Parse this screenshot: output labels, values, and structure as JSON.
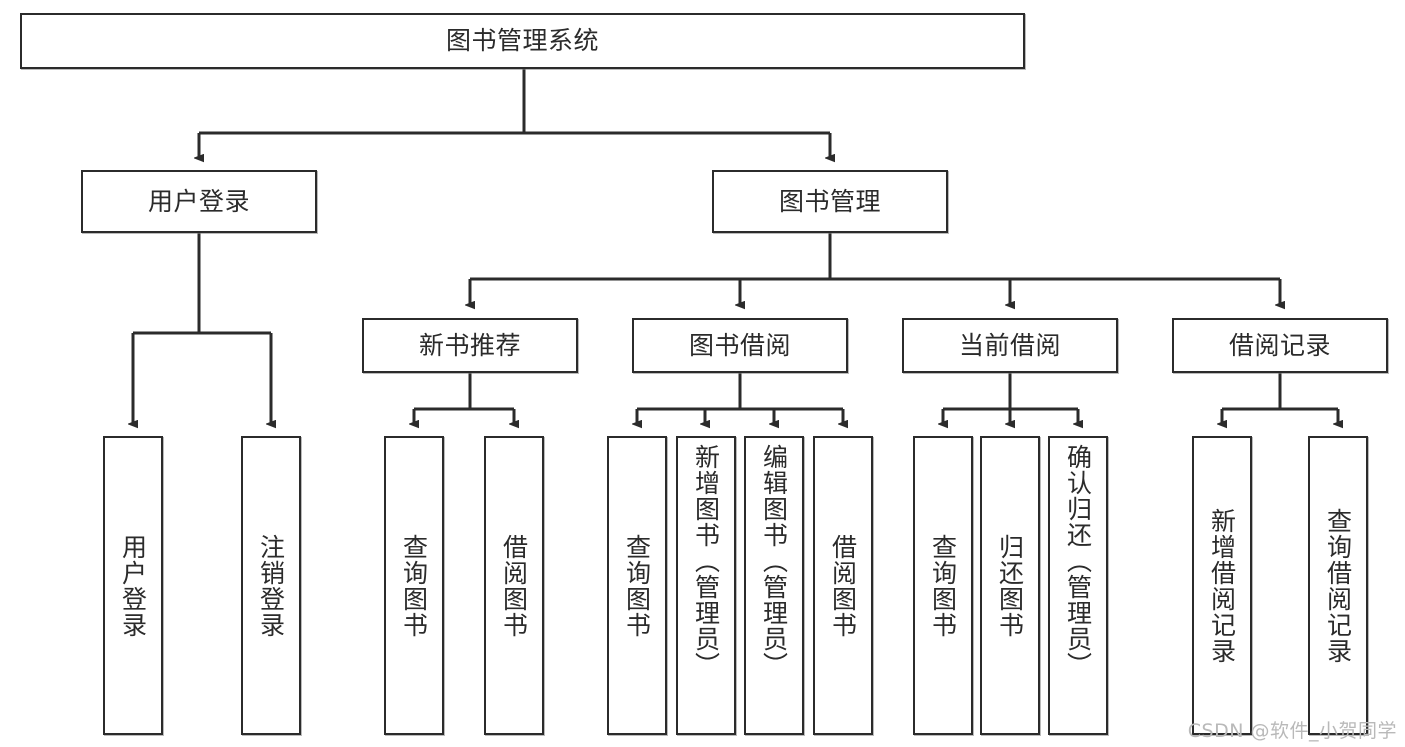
{
  "diagram": {
    "type": "tree-hierarchy-chart",
    "title": "图书管理系统",
    "background_color": "#ffffff",
    "border_color": "#2b2b2b",
    "text_color": "#2b2b2b",
    "watermark": "CSDN @软件_小贺同学",
    "watermark_color": "#b9b9b9",
    "levels": 4,
    "root": {
      "label": "图书管理系统",
      "orientation": "horizontal"
    },
    "level2": [
      {
        "label": "用户登录",
        "orientation": "horizontal"
      },
      {
        "label": "图书管理",
        "orientation": "horizontal"
      }
    ],
    "level3": [
      {
        "label": "新书推荐",
        "orientation": "horizontal",
        "parent": "图书管理"
      },
      {
        "label": "图书借阅",
        "orientation": "horizontal",
        "parent": "图书管理"
      },
      {
        "label": "当前借阅",
        "orientation": "horizontal",
        "parent": "图书管理"
      },
      {
        "label": "借阅记录",
        "orientation": "horizontal",
        "parent": "图书管理"
      }
    ],
    "leaves": {
      "user_login": [
        {
          "label": "用户登录",
          "orientation": "vertical",
          "align": "middle"
        },
        {
          "label": "注销登录",
          "orientation": "vertical",
          "align": "middle"
        }
      ],
      "new_book_recommend": [
        {
          "label": "查询图书",
          "orientation": "vertical",
          "align": "middle"
        },
        {
          "label": "借阅图书",
          "orientation": "vertical",
          "align": "middle"
        }
      ],
      "book_borrow": [
        {
          "label": "查询图书",
          "orientation": "vertical",
          "align": "middle"
        },
        {
          "label": "新增图书（管理员）",
          "orientation": "vertical",
          "align": "top"
        },
        {
          "label": "编辑图书（管理员）",
          "orientation": "vertical",
          "align": "top"
        },
        {
          "label": "借阅图书",
          "orientation": "vertical",
          "align": "middle"
        }
      ],
      "current_borrow": [
        {
          "label": "查询图书",
          "orientation": "vertical",
          "align": "middle"
        },
        {
          "label": "归还图书",
          "orientation": "vertical",
          "align": "middle"
        },
        {
          "label": "确认归还（管理员）",
          "orientation": "vertical",
          "align": "top"
        }
      ],
      "borrow_record": [
        {
          "label": "新增借阅记录",
          "orientation": "vertical",
          "align": "middle"
        },
        {
          "label": "查询借阅记录",
          "orientation": "vertical",
          "align": "middle"
        }
      ]
    }
  }
}
